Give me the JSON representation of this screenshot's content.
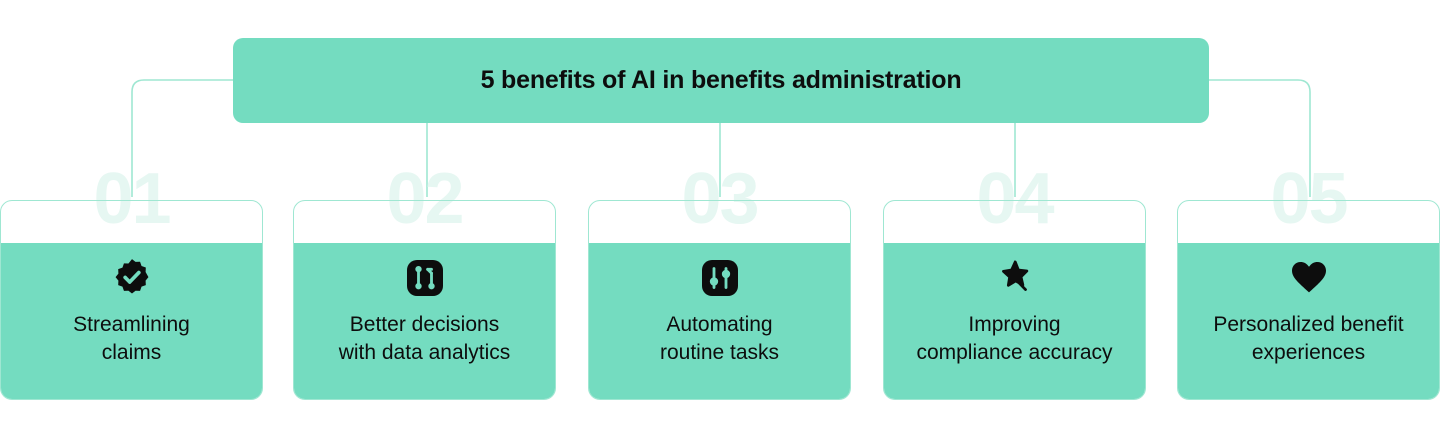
{
  "header": {
    "title": "5 benefits of AI in benefits administration"
  },
  "colors": {
    "mint": "#74DCC0",
    "mint_border": "#9FE7D2",
    "ghost_number": "#E6F7F2",
    "text": "#0d0d0d",
    "background": "#ffffff"
  },
  "cards": [
    {
      "number": "01",
      "label": "Streamlining\nclaims",
      "icon": "verified-badge-check-icon"
    },
    {
      "number": "02",
      "label": "Better decisions\nwith data analytics",
      "icon": "branch-merge-icon"
    },
    {
      "number": "03",
      "label": "Automating\nroutine tasks",
      "icon": "sliders-icon"
    },
    {
      "number": "04",
      "label": "Improving\ncompliance accuracy",
      "icon": "magic-wand-star-icon"
    },
    {
      "number": "05",
      "label": "Personalized benefit\nexperiences",
      "icon": "heart-icon"
    }
  ]
}
